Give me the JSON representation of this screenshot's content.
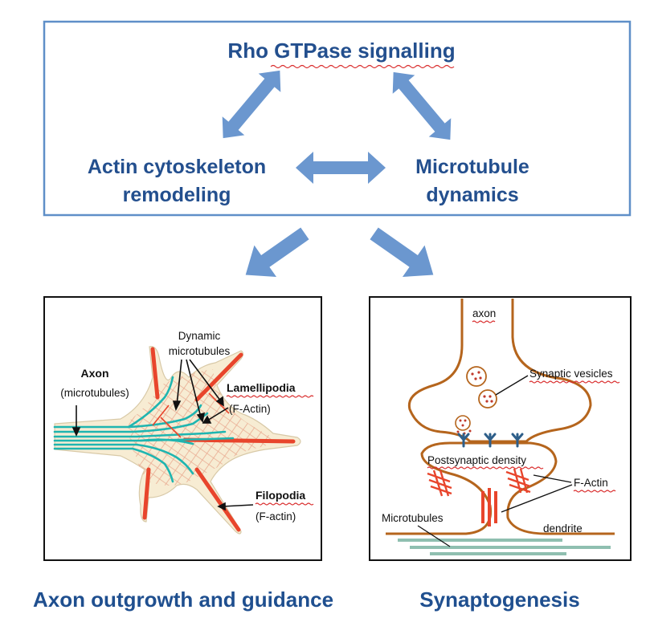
{
  "top_box": {
    "title": "Rho GTPase signalling",
    "left_label_line1": "Actin cytoskeleton",
    "left_label_line2": "remodeling",
    "right_label_line1": "Microtubule",
    "right_label_line2": "dynamics"
  },
  "left_panel": {
    "axon_label": "Axon",
    "axon_sub": "(microtubules)",
    "dynamic_label_line1": "Dynamic",
    "dynamic_label_line2": "microtubules",
    "lamellipodia_label": "Lamellipodia",
    "lamellipodia_sub": "(F-Actin)",
    "filopodia_label": "Filopodia",
    "filopodia_sub": "(F-actin)",
    "caption": "Axon outgrowth and guidance"
  },
  "right_panel": {
    "axon_label": "axon",
    "vesicles_label": "Synaptic vesicles",
    "density_label": "Postsynaptic density",
    "factin_label": "F-Actin",
    "microtubules_label": "Microtubules",
    "dendrite_label": "dendrite",
    "caption": "Synaptogenesis"
  },
  "colors": {
    "box_border": "#5f8fc8",
    "arrow": "#6b97cf",
    "title_text": "#234f8e",
    "membrane": "#b5651d",
    "actin": "#e8452c",
    "microtubule_cyan": "#1fb5b0",
    "cell_fill": "#f7ecd3",
    "receptor": "#2e5f8a",
    "dendrite_mt": "#8fbfb0"
  }
}
